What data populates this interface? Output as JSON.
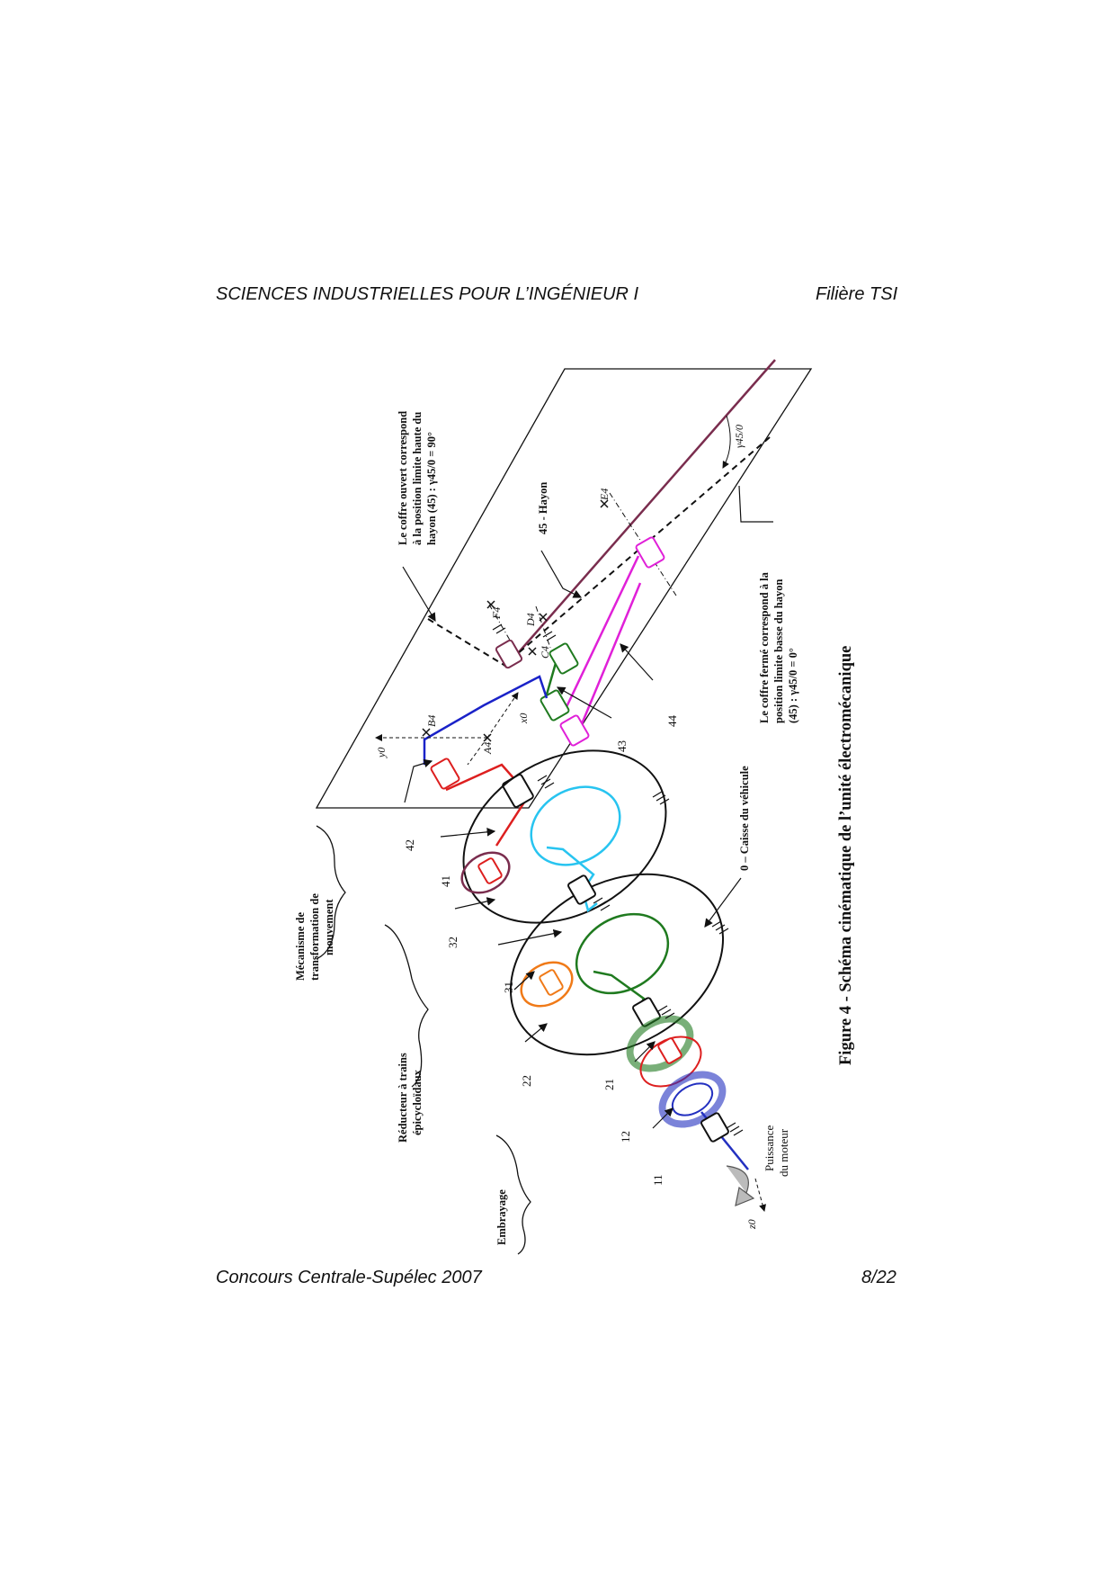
{
  "header": {
    "left": "SCIENCES INDUSTRIELLES POUR L’INGÉNIEUR I",
    "right": "Filière TSI"
  },
  "footer": {
    "left": "Concours Centrale-Supélec 2007",
    "right": "8/22"
  },
  "figure": {
    "caption": "Figure 4 - Schéma cinématique de l’unité électromécanique",
    "groups": {
      "transformation": [
        "Mécanisme de",
        "transformation de",
        "mouvement"
      ],
      "reducteur": [
        "Réducteur à trains",
        "épicycloïdaux"
      ],
      "embrayage": "Embrayage"
    },
    "open_note": [
      "Le coffre ouvert correspond",
      "à la position limite haute du",
      "hayon (45) : γ45/0 = 90°"
    ],
    "closed_note": [
      "Le coffre fermé correspond à la",
      "position limite basse du hayon",
      "(45) : γ45/0 = 0°"
    ],
    "hayon_label": "45 - Hayon",
    "caisse_label": "0 – Caisse du véhicule",
    "power_label": [
      "Puissance",
      "du moteur"
    ],
    "part_numbers": {
      "n11": "11",
      "n12": "12",
      "n21": "21",
      "n22": "22",
      "n31": "31",
      "n32": "32",
      "n41": "41",
      "n42": "42",
      "n43": "43",
      "n44": "44"
    },
    "points": {
      "A": "A4",
      "B": "B4",
      "C": "C4",
      "D": "D4",
      "E": "E4",
      "F": "F4"
    },
    "axes": {
      "x": "x0",
      "y": "y0",
      "z": "z0"
    },
    "angle": "γ45/0"
  }
}
